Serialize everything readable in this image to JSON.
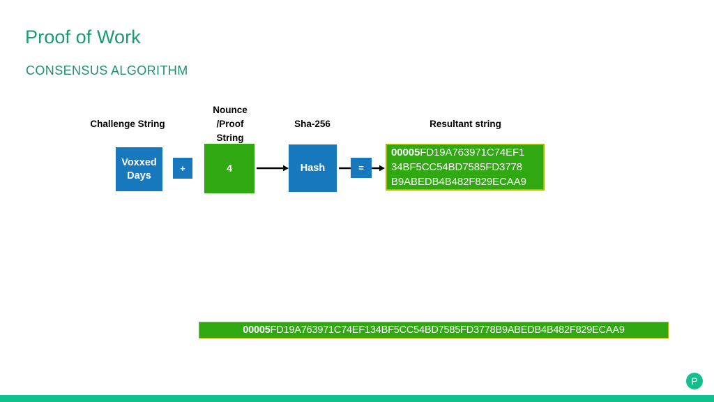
{
  "slide": {
    "title": "Proof of Work",
    "subtitle": "CONSENSUS ALGORITHM",
    "title_color": "#1a9b72",
    "subtitle_color": "#1f8f6c"
  },
  "diagram": {
    "labels": {
      "challenge": "Challenge String",
      "nounce": "Nounce\n/Proof\nString",
      "sha": "Sha-256",
      "resultant": "Resultant string"
    },
    "boxes": {
      "challenge_value": "Voxxed Days",
      "plus_operator": "+",
      "nounce_value": "4",
      "hash_value": "Hash",
      "equals_operator": "="
    },
    "colors": {
      "blue": "#1878bd",
      "green": "#2fa811",
      "border_yellow": "#b5b500",
      "arrow": "#000000"
    },
    "result_lines": [
      "00005FD19A763971C74EF1",
      "34BF5CC54BD7585FD3778",
      "B9ABEDB4B482F829ECAA9"
    ],
    "result_bold_prefix": "00005",
    "result_first_line_rest": "FD19A763971C74EF1"
  },
  "full_hash": {
    "bold_prefix": "00005",
    "rest": "FD19A763971C74EF134BF5CC54BD7585FD3778B9ABEDB4B482F829ECAA9"
  },
  "footer": {
    "bar_color": "#12c08d",
    "logo_glyph": "P"
  }
}
